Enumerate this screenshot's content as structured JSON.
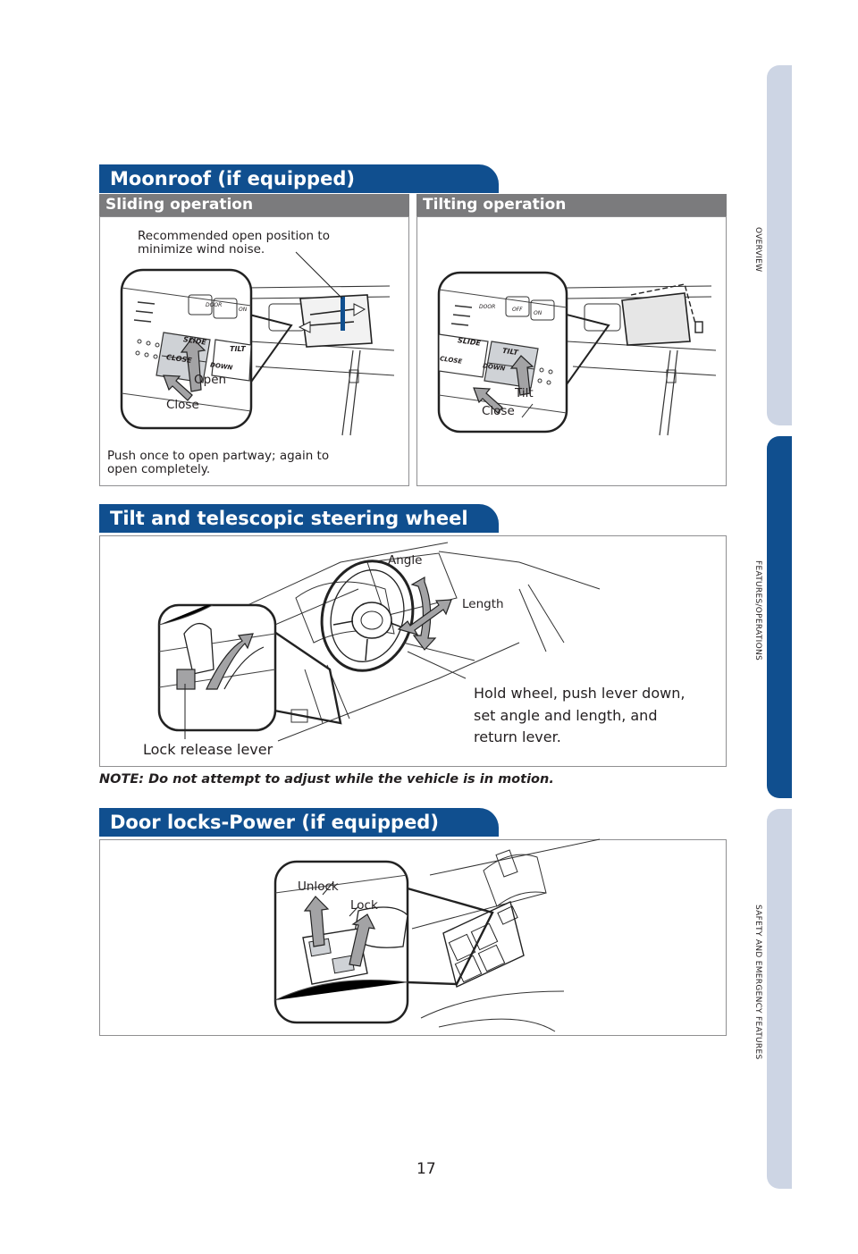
{
  "side_tabs": {
    "overview": "OVERVIEW",
    "features": "FEATURES/OPERATIONS",
    "safety": "SAFETY AND EMERGENCY FEATURES"
  },
  "moonroof": {
    "title": "Moonroof (if equipped)",
    "sliding": {
      "heading": "Sliding operation",
      "callout_line1": "Recommended open position to",
      "callout_line2": "minimize wind noise.",
      "open_label": "Open",
      "close_label": "Close",
      "switch_slide": "SLIDE",
      "switch_close": "CLOSE",
      "switch_down": "DOWN",
      "switch_tilt": "TILT",
      "switch_door": "DOOR",
      "switch_on": "ON",
      "caption_line1": "Push once to open partway; again to",
      "caption_line2": "open completely."
    },
    "tilting": {
      "heading": "Tilting operation",
      "tilt_label": "Tilt",
      "close_label": "Close",
      "switch_slide": "SLIDE",
      "switch_close": "CLOSE",
      "switch_down": "DOWN",
      "switch_tilt": "TILT",
      "switch_door": "DOOR",
      "switch_off": "OFF",
      "switch_on": "ON"
    }
  },
  "steering": {
    "title": "Tilt and telescopic steering wheel",
    "angle_label": "Angle",
    "length_label": "Length",
    "instruction_line1": "Hold wheel, push lever down,",
    "instruction_line2": "set angle and length, and",
    "instruction_line3": "return lever.",
    "lever_label": "Lock release lever",
    "note": "NOTE: Do not attempt to adjust while the vehicle is in motion."
  },
  "door_locks": {
    "title": "Door locks-Power (if equipped)",
    "unlock_label": "Unlock",
    "lock_label": "Lock"
  },
  "page_number": "17",
  "colors": {
    "brand_blue": "#104f8f",
    "tab_light": "#cdd5e4",
    "subhead_gray": "#7b7b7d"
  }
}
